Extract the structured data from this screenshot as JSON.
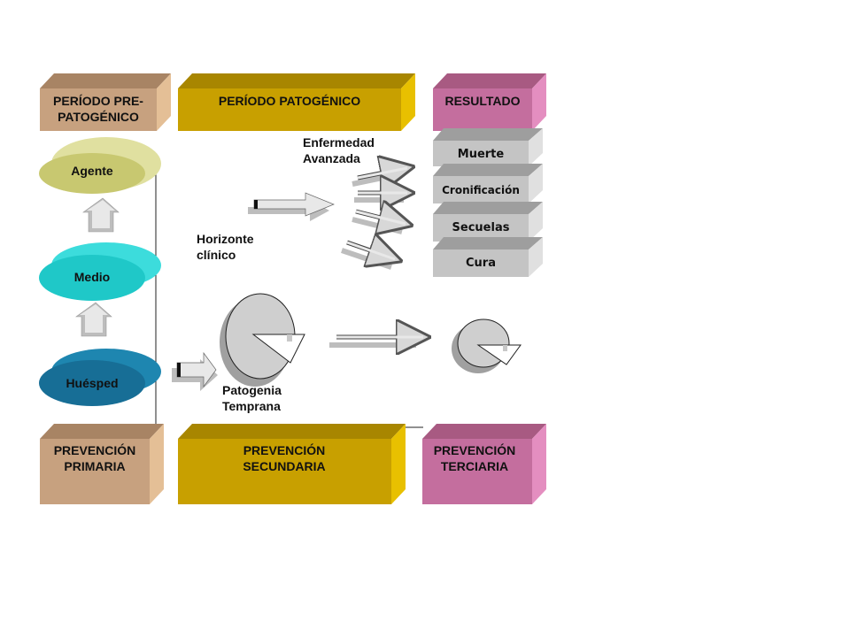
{
  "header_boxes": {
    "pre_patogenico": "PERÍODO PRE-PATOGÉNICO",
    "patogenico": "PERÍODO PATOGÉNICO",
    "resultado": "RESULTADO"
  },
  "factors": {
    "agente": "Agente",
    "medio": "Medio",
    "huesped": "Huésped"
  },
  "results": {
    "muerte": "Muerte",
    "cronificacion": "Cronificación",
    "secuelas": "Secuelas",
    "cura": "Cura"
  },
  "labels": {
    "enfermedad_avanzada": "Enfermedad\nAvanzada",
    "horizonte_clinico": "Horizonte\nclínico",
    "patogenia_temprana": "Patogenia\nTemprana"
  },
  "footer_boxes": {
    "prev_primaria": "PREVENCIÓN PRIMARIA",
    "prev_secundaria": "PREVENCIÓN SECUNDARIA",
    "prev_terciaria": "PREVENCIÓN TERCIARIA"
  },
  "colors": {
    "tan": "#c7a17f",
    "gold": "#c8a000",
    "pink": "#c46e9e",
    "gray_box": "#c4c4c4",
    "olive_oval": "#c8c870",
    "cyan_oval": "#1fc8c8",
    "teal_oval": "#176e96"
  }
}
